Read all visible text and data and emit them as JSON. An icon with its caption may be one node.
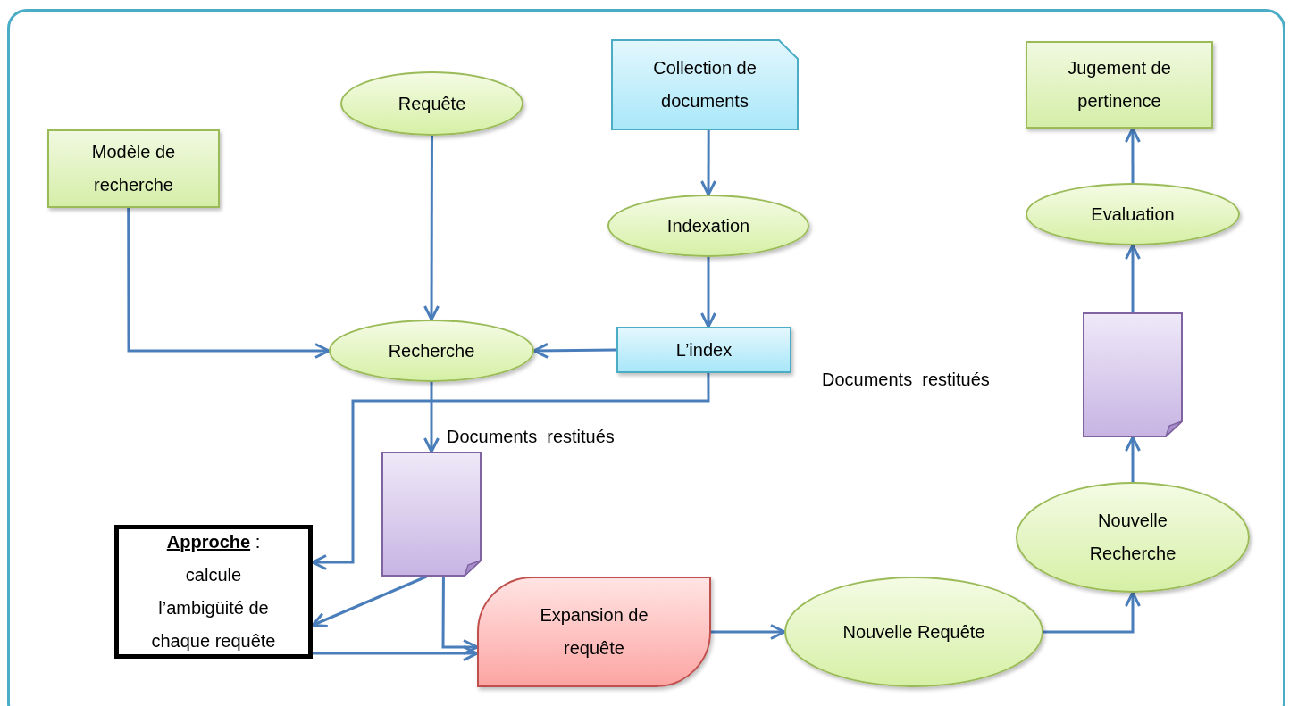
{
  "diagram": {
    "nodes": [
      {
        "text": [
          "Requête"
        ]
      },
      {
        "text": [
          "Modèle de recherche"
        ]
      },
      {
        "text": [
          "Collection de documents"
        ]
      },
      {
        "text": [
          "Indexation"
        ]
      },
      {
        "text": [
          "Jugement de pertinence"
        ]
      },
      {
        "text": [
          "Evaluation"
        ]
      },
      {
        "text": [
          "Recherche"
        ]
      },
      {
        "text": [
          "L’index"
        ]
      },
      {
        "text": [],
        "shape": "document",
        "beside": [
          "Documents  restitués"
        ]
      },
      {
        "text": [],
        "shape": "document"
      },
      {
        "text": [
          "**Approche** :",
          "calcule l’ambigüité de chaque requête"
        ]
      },
      {
        "text": [
          "Expansion de requête"
        ]
      },
      {
        "text": [
          "Nouvelle Requête"
        ]
      },
      {
        "text": [
          "Nouvelle Recherche"
        ]
      }
    ],
    "edges": [
      {
        "from": 0,
        "to": 6,
        "arrow": "to"
      },
      {
        "from": 1,
        "to": 6,
        "arrow": "to"
      },
      {
        "from": 2,
        "to": 3,
        "arrow": "to"
      },
      {
        "from": 3,
        "to": 7,
        "arrow": "to"
      },
      {
        "from": 7,
        "to": 6,
        "arrow": "to"
      },
      {
        "from": 6,
        "to": 8,
        "arrow": "to"
      },
      {
        "from": 7,
        "to": 10,
        "arrow": "to"
      },
      {
        "from": 8,
        "to": 10,
        "arrow": "to"
      },
      {
        "from": 8,
        "to": 11,
        "arrow": "to"
      },
      {
        "from": 10,
        "to": 11,
        "arrow": "to"
      },
      {
        "from": 11,
        "to": 12,
        "arrow": "to"
      },
      {
        "from": 12,
        "to": 13,
        "arrow": "to"
      },
      {
        "from": 13,
        "to": 9,
        "arrow": "to"
      },
      {
        "from": 9,
        "to": 5,
        "arrow": "to"
      },
      {
        "from": 5,
        "to": 4,
        "arrow": "to"
      }
    ],
    "labels": [
      "Documents  restitués"
    ]
  }
}
